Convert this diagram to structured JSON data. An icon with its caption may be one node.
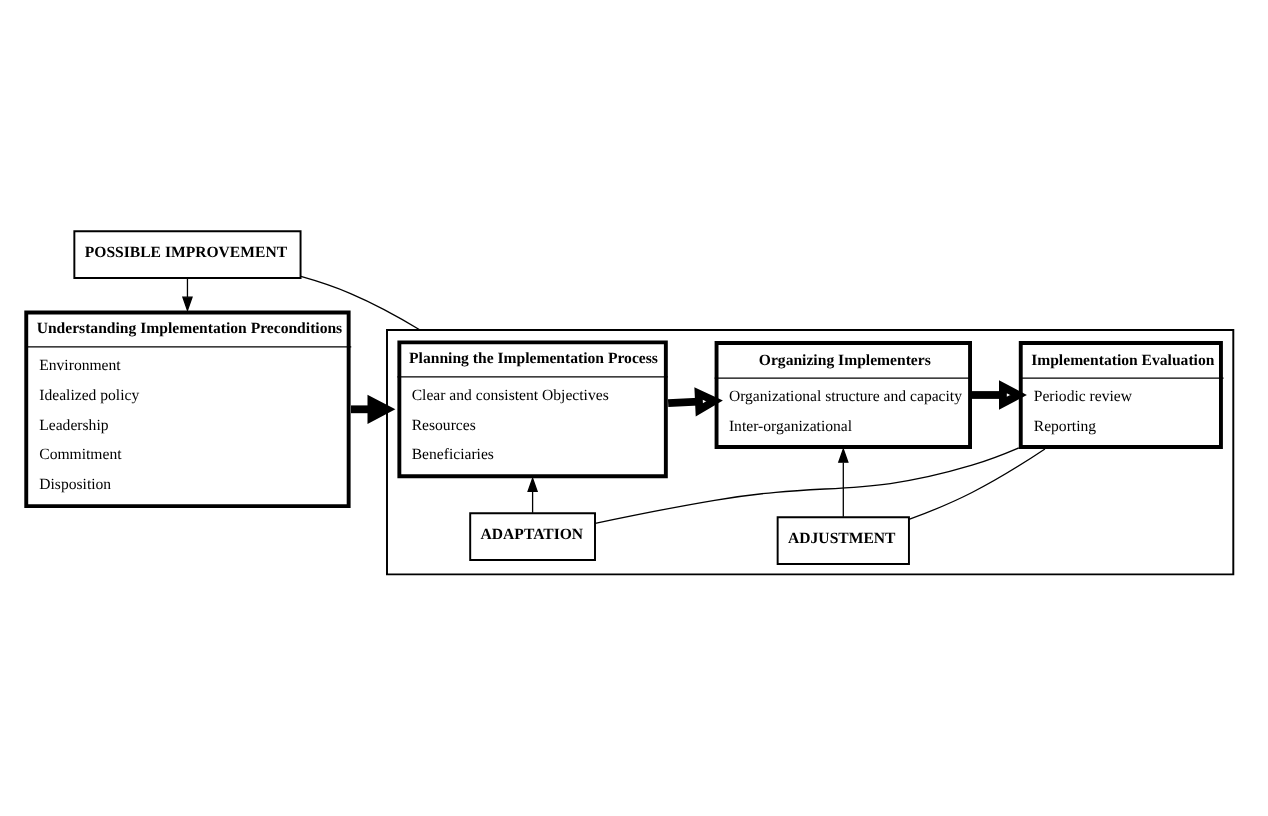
{
  "diagram": {
    "nodes": [
      {
        "text": [
          "POSSIBLE IMPROVEMENT"
        ]
      },
      {
        "text": [
          "Understanding Implementation Preconditions",
          "Environment",
          "Idealized policy",
          "Leadership",
          "Commitment",
          "Disposition"
        ]
      },
      {
        "text": [],
        "shape": "box"
      },
      {
        "text": [
          "Planning the Implementation Process",
          "Clear and consistent Objectives",
          "Resources",
          "Beneficiaries"
        ],
        "in": 2
      },
      {
        "text": [
          "Organizing Implementers",
          "Organizational structure and capacity",
          "Inter-organizational"
        ],
        "in": 2
      },
      {
        "text": [
          "Implementation Evaluation",
          "Periodic review",
          "Reporting"
        ],
        "in": 2
      },
      {
        "text": [
          "ADAPTATION"
        ],
        "in": 2
      },
      {
        "text": [
          "ADJUSTMENT"
        ],
        "in": 2
      }
    ],
    "edges": [
      {
        "from": 0,
        "to": 1,
        "arrow": "to"
      },
      {
        "from": 2,
        "to": 0,
        "arrow": "none"
      },
      {
        "from": 1,
        "to": 2,
        "arrow": "to",
        "style": "thick"
      },
      {
        "from": 3,
        "to": 4,
        "arrow": "to",
        "style": "thick"
      },
      {
        "from": 4,
        "to": 5,
        "arrow": "to",
        "style": "thick"
      },
      {
        "from": 6,
        "to": 3,
        "arrow": "to"
      },
      {
        "from": 7,
        "to": 4,
        "arrow": "to"
      },
      {
        "from": 5,
        "to": 6,
        "arrow": "none"
      },
      {
        "from": 5,
        "to": 7,
        "arrow": "none"
      }
    ]
  }
}
